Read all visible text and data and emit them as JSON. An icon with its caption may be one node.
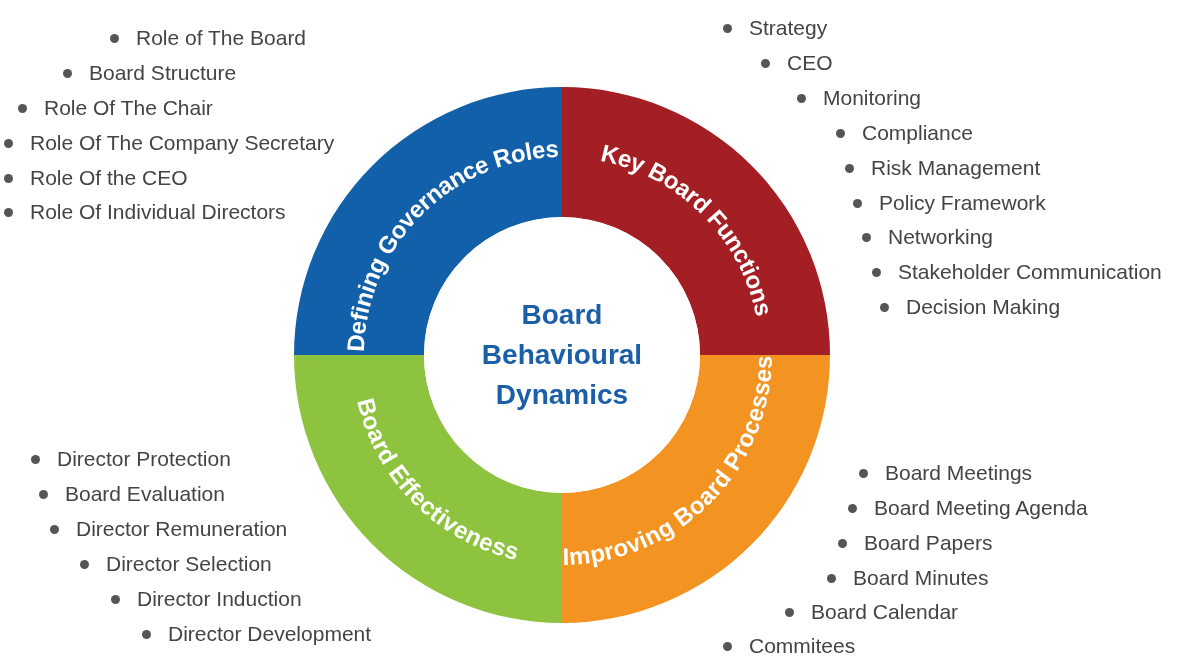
{
  "diagram": {
    "nodes": [
      {
        "text": [
          "Defining Governance Roles"
        ],
        "beside": [
          "Role of The Board",
          "Board Structure",
          "Role Of The Chair",
          "Role Of The Company Secretary",
          "Role Of the CEO",
          "Role Of Individual Directors"
        ]
      },
      {
        "text": [
          "Key Board Functions"
        ],
        "beside": [
          "Strategy",
          "CEO",
          "Monitoring",
          "Compliance",
          "Risk Management",
          "Policy Framework",
          "Networking",
          "Stakeholder Communication",
          "Decision Making"
        ]
      },
      {
        "text": [
          "Board Effectiveness"
        ],
        "beside": [
          "Director Protection",
          "Board Evaluation",
          "Director Remuneration",
          "Director Selection",
          "Director Induction",
          "Director Development"
        ]
      },
      {
        "text": [
          "Improving Board Processes"
        ],
        "beside": [
          "Board Meetings",
          "Board Meeting Agenda",
          "Board Papers",
          "Board Minutes",
          "Board Calendar",
          "Commitees"
        ]
      },
      {
        "text": [
          "Board Behavioural Dynamics"
        ]
      }
    ],
    "edges": []
  }
}
